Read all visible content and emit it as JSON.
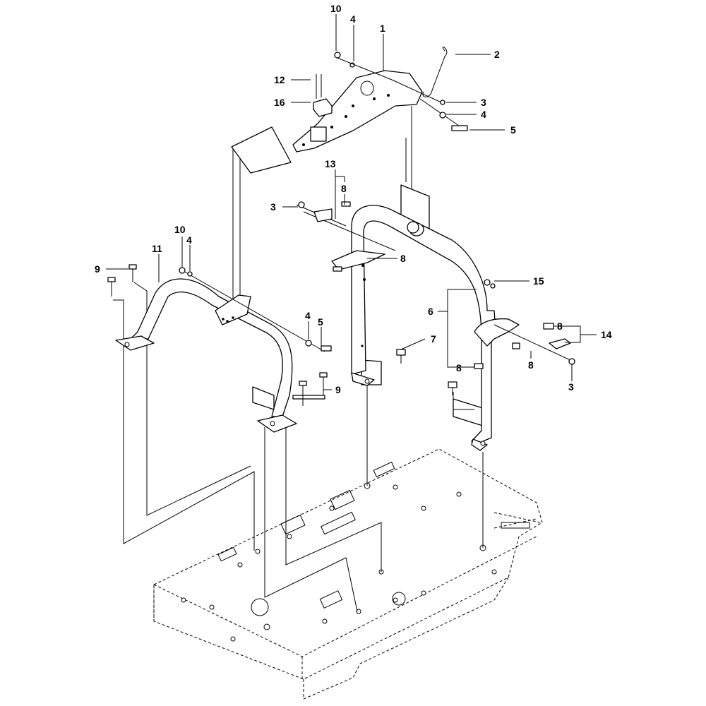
{
  "callouts": [
    {
      "id": "c10a",
      "label": "10"
    },
    {
      "id": "c4a",
      "label": "4"
    },
    {
      "id": "c1",
      "label": "1"
    },
    {
      "id": "c2",
      "label": "2"
    },
    {
      "id": "c12",
      "label": "12"
    },
    {
      "id": "c16",
      "label": "16"
    },
    {
      "id": "c3a",
      "label": "3"
    },
    {
      "id": "c4b",
      "label": "4"
    },
    {
      "id": "c5a",
      "label": "5"
    },
    {
      "id": "c13",
      "label": "13"
    },
    {
      "id": "c8a",
      "label": "8"
    },
    {
      "id": "c3b",
      "label": "3"
    },
    {
      "id": "c10b",
      "label": "10"
    },
    {
      "id": "c4c",
      "label": "4"
    },
    {
      "id": "c9a",
      "label": "9"
    },
    {
      "id": "c11",
      "label": "11"
    },
    {
      "id": "c8b",
      "label": "8"
    },
    {
      "id": "c15",
      "label": "15"
    },
    {
      "id": "c6",
      "label": "6"
    },
    {
      "id": "c4d",
      "label": "4"
    },
    {
      "id": "c5b",
      "label": "5"
    },
    {
      "id": "c7",
      "label": "7"
    },
    {
      "id": "c8c",
      "label": "8"
    },
    {
      "id": "c14",
      "label": "14"
    },
    {
      "id": "c8d",
      "label": "8"
    },
    {
      "id": "c8e",
      "label": "8"
    },
    {
      "id": "c9b",
      "label": "9"
    },
    {
      "id": "c3c",
      "label": "3"
    }
  ]
}
